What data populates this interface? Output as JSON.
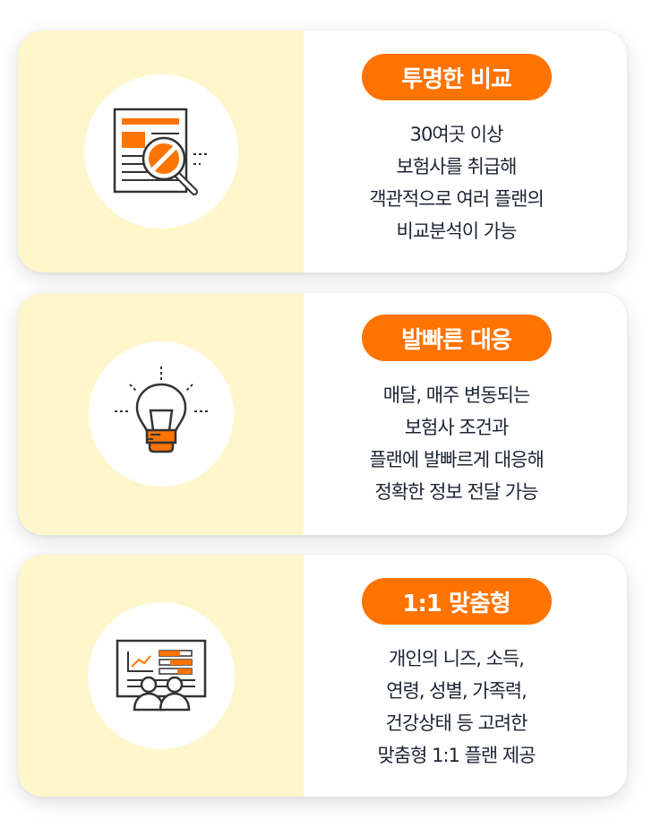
{
  "colors": {
    "accent": "#FF7300",
    "panel_bg": "#FFF6CC",
    "text": "#1c2433",
    "icon_stroke": "#333333"
  },
  "cards": [
    {
      "icon": "document-magnifier-icon",
      "title": "투명한 비교",
      "lines": [
        "30여곳 이상",
        "보험사를 취급해",
        "객관적으로 여러 플랜의",
        "비교분석이 가능"
      ]
    },
    {
      "icon": "lightbulb-icon",
      "title": "발빠른 대응",
      "lines": [
        "매달, 매주 변동되는",
        "보험사 조건과",
        "플랜에 발빠르게 대응해",
        "정확한 정보 전달 가능"
      ]
    },
    {
      "icon": "presentation-board-icon",
      "title": "1:1 맞춤형",
      "lines": [
        "개인의 니즈, 소득,",
        "연령, 성별, 가족력,",
        "건강상태 등 고려한",
        "맞춤형 1:1 플랜 제공"
      ]
    }
  ]
}
